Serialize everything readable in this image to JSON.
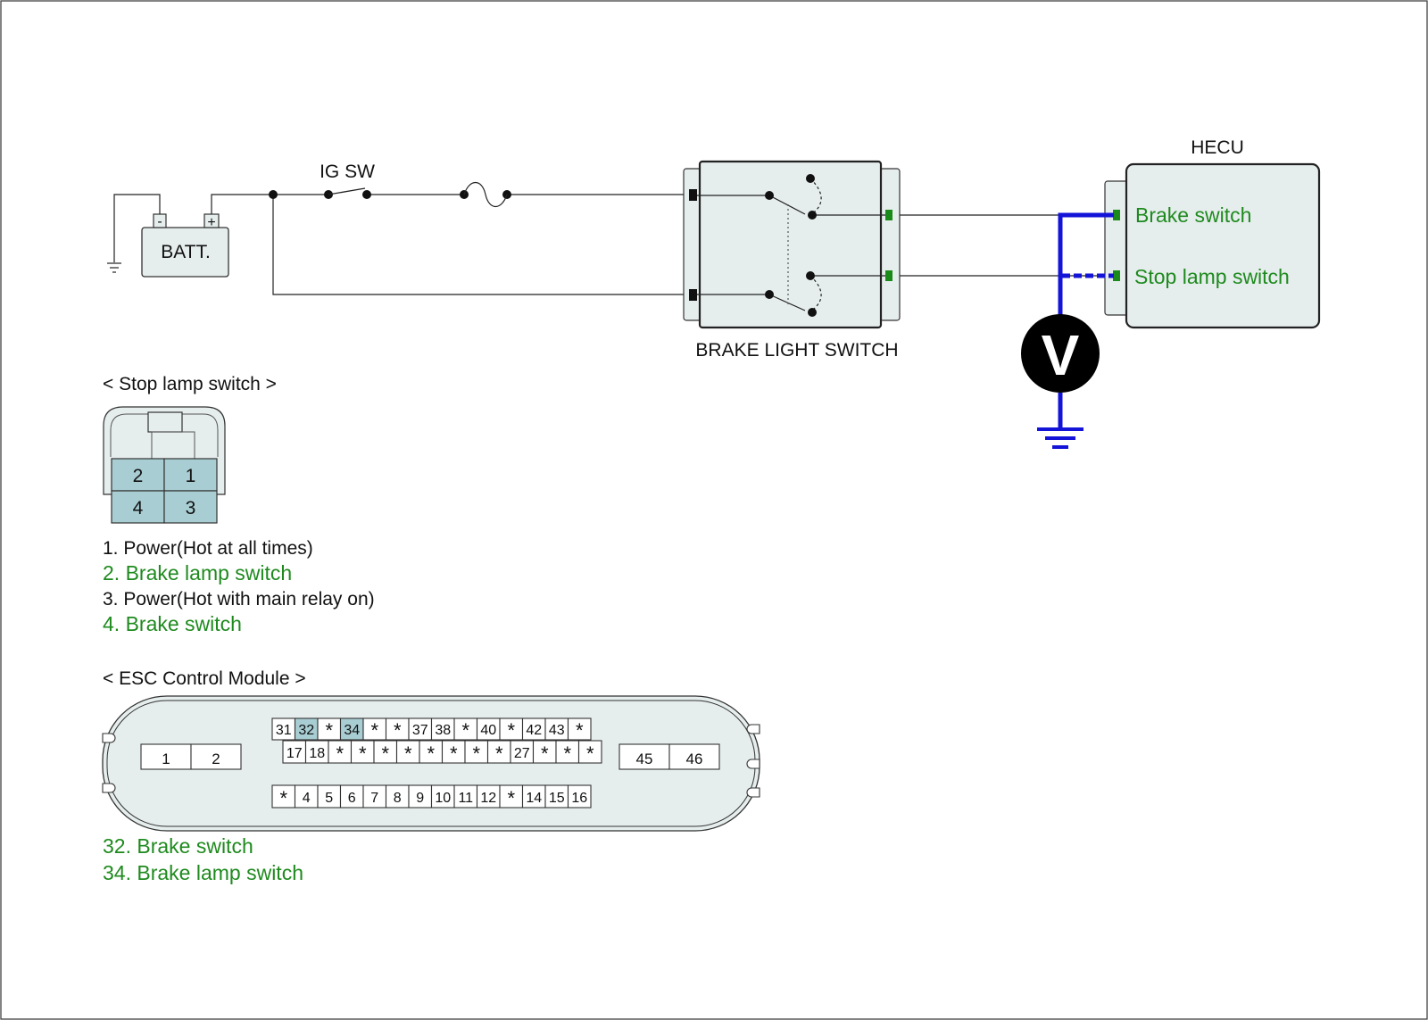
{
  "colors": {
    "wire": "#222222",
    "probe_wire": "#1414d8",
    "terminal_green": "#1a8a1a",
    "component_fill": "#e6eded",
    "pin_highlight": "#a8cdd3",
    "legend_green": "#1e8a1e"
  },
  "schematic": {
    "battery_label": "BATT.",
    "battery_neg": "-",
    "battery_pos": "+",
    "ignition_label": "IG SW",
    "switch_label": "BRAKE LIGHT SWITCH",
    "ecu_label": "HECU",
    "ecu_pin_brake": "Brake switch",
    "ecu_pin_stop": "Stop lamp switch",
    "meter_symbol": "V"
  },
  "stop_lamp_connector": {
    "title": "< Stop lamp switch >",
    "pins": [
      "2",
      "1",
      "4",
      "3"
    ],
    "legend": [
      {
        "text": "1. Power(Hot at all times)",
        "color": "#111111"
      },
      {
        "text": "2. Brake lamp switch",
        "color": "#1e8a1e"
      },
      {
        "text": "3. Power(Hot with main relay on)",
        "color": "#111111"
      },
      {
        "text": "4. Brake switch",
        "color": "#1e8a1e"
      }
    ]
  },
  "esc_connector": {
    "title": "< ESC Control Module >",
    "left_pins": [
      "1",
      "2"
    ],
    "right_pins": [
      "45",
      "46"
    ],
    "row1": [
      "31",
      "32",
      "*",
      "34",
      "*",
      "*",
      "37",
      "38",
      "*",
      "40",
      "*",
      "42",
      "43",
      "*"
    ],
    "row2": [
      "17",
      "18",
      "*",
      "*",
      "*",
      "*",
      "*",
      "*",
      "*",
      "*",
      "27",
      "*",
      "*",
      "*"
    ],
    "row3": [
      "*",
      "4",
      "5",
      "6",
      "7",
      "8",
      "9",
      "10",
      "11",
      "12",
      "*",
      "14",
      "15",
      "16"
    ],
    "highlighted": [
      "32",
      "34"
    ],
    "legend": [
      {
        "text": "32. Brake switch",
        "color": "#1e8a1e"
      },
      {
        "text": "34. Brake lamp switch",
        "color": "#1e8a1e"
      }
    ]
  }
}
